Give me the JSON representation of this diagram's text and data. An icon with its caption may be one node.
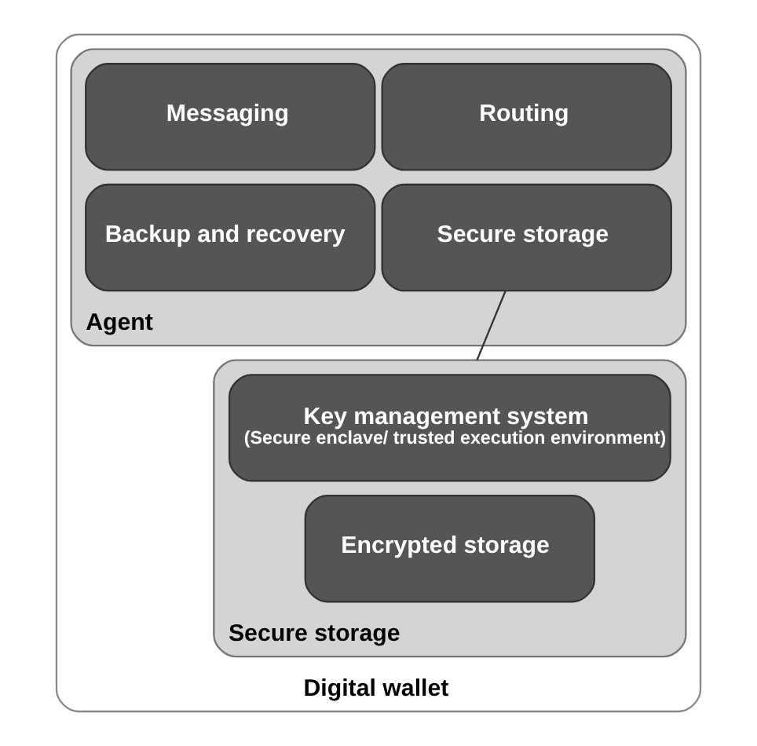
{
  "diagram": {
    "nodes": [
      {
        "text": [
          "Digital wallet"
        ]
      },
      {
        "text": [
          "Agent"
        ],
        "in": 0
      },
      {
        "text": [
          "Messaging"
        ],
        "in": 1
      },
      {
        "text": [
          "Routing"
        ],
        "in": 1
      },
      {
        "text": [
          "Backup and recovery"
        ],
        "in": 1
      },
      {
        "text": [
          "Secure storage"
        ],
        "in": 1
      },
      {
        "text": [
          "Secure storage"
        ],
        "in": 0
      },
      {
        "text": [
          "Key management system",
          "(Secure enclave/ trusted execution environment)"
        ],
        "in": 6
      },
      {
        "text": [
          "Encrypted storage"
        ],
        "in": 6
      }
    ],
    "edges": [
      {
        "from": 5,
        "to": 6,
        "arrow": "none"
      }
    ]
  }
}
